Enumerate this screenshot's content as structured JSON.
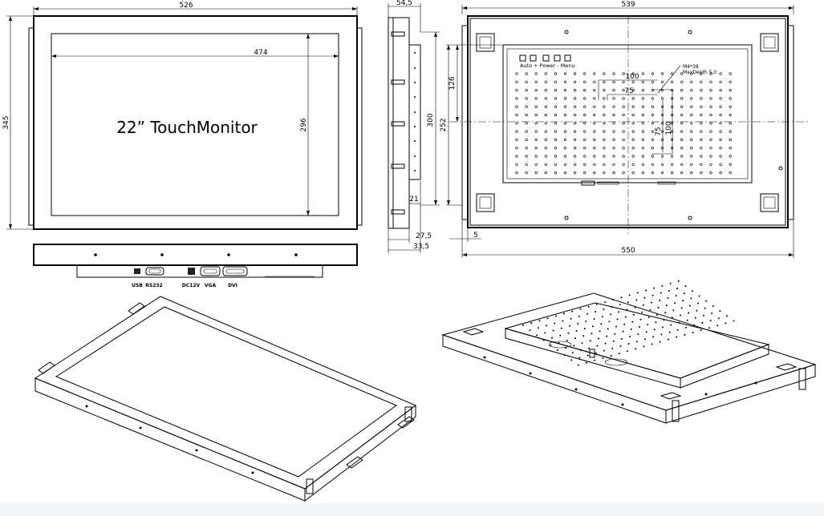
{
  "front_view": {
    "width_label": "526",
    "viewable_width_label": "474",
    "height_label": "345",
    "viewable_height_label": "296",
    "title": "22” TouchMonitor"
  },
  "side_view": {
    "depth_top_label": "54,5",
    "height_label": "300",
    "bracket_label": "21",
    "depth_label": "27,5",
    "total_depth_label": "33,5"
  },
  "rear_view": {
    "width_label": "539",
    "outer_width_label": "550",
    "height_label": "252",
    "upper_label": "126",
    "offset_label": "5",
    "vesa_h_label": "100",
    "vesa_h_small_label": "75",
    "vesa_v_label": "100",
    "vesa_v_small_label": "75",
    "screw_label": "M4*38",
    "screw_depth_label": "MaxDepth 5,0",
    "buttons_label": "Auto  +  Power  -  Menu"
  },
  "bottom_view": {
    "connectors": [
      "USB",
      "RS232",
      "DC12V",
      "VGA",
      "DVI"
    ]
  },
  "colors": {
    "line": "#000000",
    "background": "#ffffff",
    "footer": "#f2f4f6"
  }
}
